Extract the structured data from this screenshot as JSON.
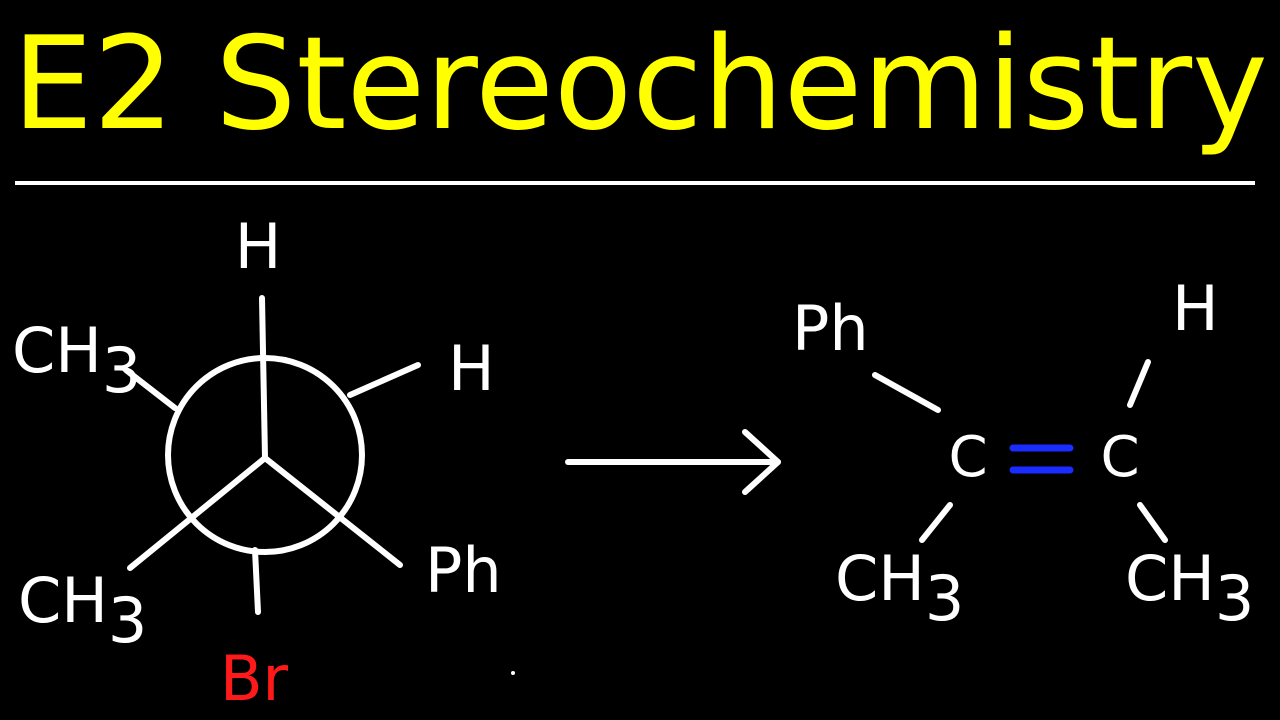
{
  "title": "E2 Stereochemistry",
  "colors": {
    "background": "#000000",
    "title": "#ffff00",
    "ink": "#ffffff",
    "leaving_group": "#ff1a1a",
    "double_bond": "#1a2cff"
  },
  "newman": {
    "front_top": "H",
    "front_lower_left": {
      "text": "CH",
      "sub": "3"
    },
    "front_lower_right": "Ph",
    "back_upper_left": {
      "text": "CH",
      "sub": "3"
    },
    "back_upper_right": "H",
    "back_bottom": "Br"
  },
  "product": {
    "left_carbon": "C",
    "right_carbon": "C",
    "upper_left": "Ph",
    "upper_right": "H",
    "lower_left": {
      "text": "CH",
      "sub": "3"
    },
    "lower_right": {
      "text": "CH",
      "sub": "3"
    }
  }
}
